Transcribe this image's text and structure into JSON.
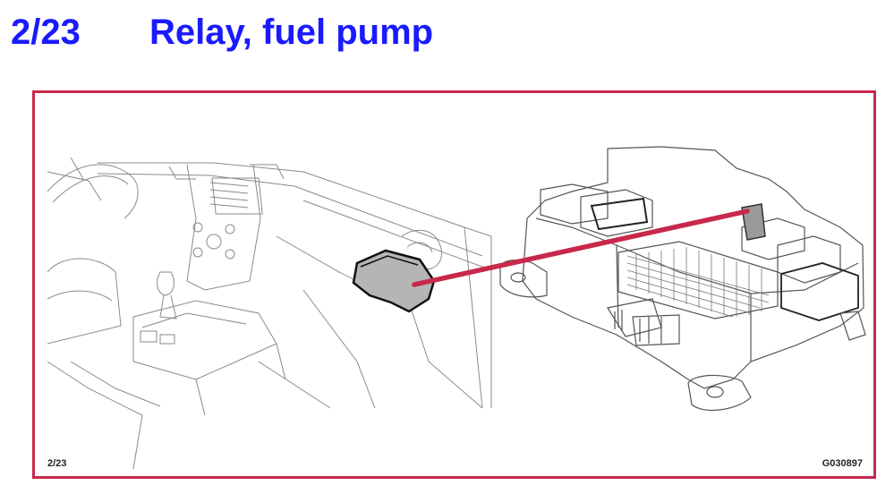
{
  "header": {
    "code": "2/23",
    "title": "Relay, fuel pump"
  },
  "figure": {
    "ref_left": "2/23",
    "ref_right": "G030897",
    "accent_color": "#c8294a",
    "title_color": "#1a1aff"
  }
}
